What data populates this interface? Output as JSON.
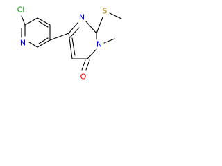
{
  "molecule": {
    "atoms": [
      {
        "id": "cl",
        "symbol": "Cl",
        "color": "#00a000"
      },
      {
        "id": "n_pyridine",
        "symbol": "N",
        "color": "#0000ff"
      },
      {
        "id": "n_ring_top",
        "symbol": "N",
        "color": "#0000ff"
      },
      {
        "id": "n_ring_methyl",
        "symbol": "N",
        "color": "#0000ff"
      },
      {
        "id": "s_thioether",
        "symbol": "S",
        "color": "#b8860b"
      },
      {
        "id": "o_carbonyl",
        "symbol": "O",
        "color": "#ff0000"
      }
    ]
  }
}
